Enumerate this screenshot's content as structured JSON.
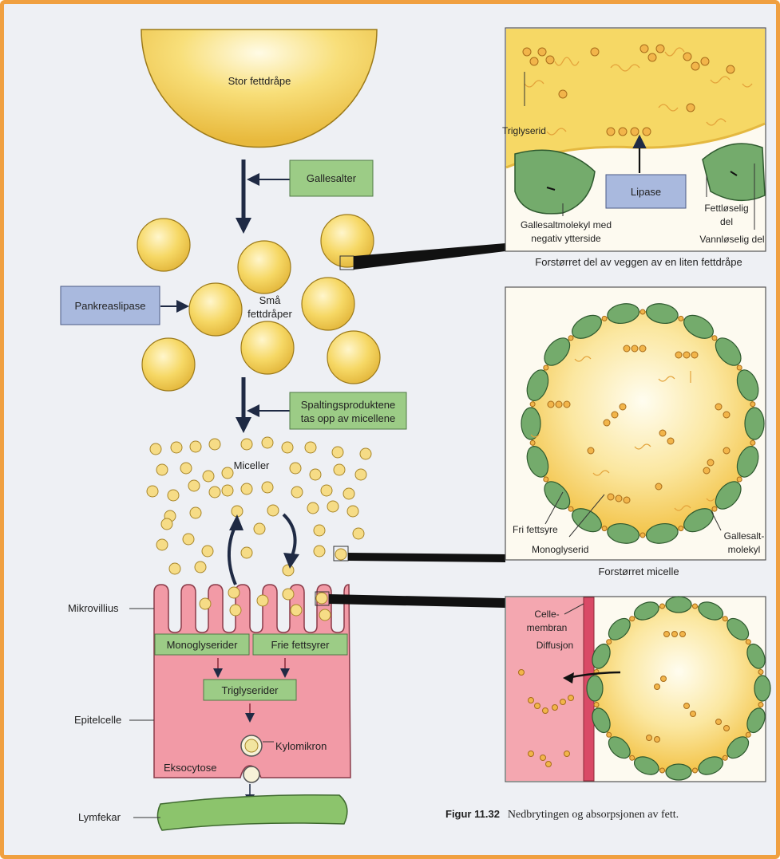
{
  "labels": {
    "stor_fettdrape": "Stor fettdråpe",
    "gallesalter": "Gallesalter",
    "pankreaslipase": "Pankreaslipase",
    "sma_fettdraper_1": "Små",
    "sma_fettdraper_2": "fettdråper",
    "spaltingsprodukter_1": "Spaltingsproduktene",
    "spaltingsprodukter_2": "tas opp av micellene",
    "miceller": "Miceller",
    "mikrovillius": "Mikrovillius",
    "monoglyserider": "Monoglyserider",
    "frie_fettsyrer": "Frie fettsyrer",
    "triglyserider": "Triglyserider",
    "epitelcelle": "Epitelcelle",
    "kylomikron": "Kylomikron",
    "eksocytose": "Eksocytose",
    "lymfekar": "Lymfekar"
  },
  "panel1": {
    "triglyserid": "Triglyserid",
    "lipase": "Lipase",
    "gallesaltmolekyl_1": "Gallesaltmolekyl med",
    "gallesaltmolekyl_2": "negativ ytterside",
    "fettloselig_1": "Fettløselig",
    "fettloselig_2": "del",
    "vannloselig": "Vannløselig del",
    "caption": "Forstørret del av veggen av en liten fettdråpe"
  },
  "panel2": {
    "fri_fettsyre": "Fri fettsyre",
    "monoglyserid": "Monoglyserid",
    "gallesalt_1": "Gallesalt-",
    "gallesalt_2": "molekyl",
    "caption": "Forstørret micelle"
  },
  "panel3": {
    "cellemembran_1": "Celle-",
    "cellemembran_2": "membran",
    "diffusjon": "Diffusjon"
  },
  "figure": {
    "number": "Figur 11.32",
    "caption": "Nedbrytingen og absorpsjonen av fett."
  },
  "colors": {
    "fat_yellow": "#f2cd4a",
    "green_label": "#9ccc86",
    "blue_label": "#a9b9de",
    "cell_pink": "#f29aa6",
    "bile_green": "#74ab6c",
    "lymph_green": "#8cc46c",
    "frame_orange": "#f0a040"
  }
}
